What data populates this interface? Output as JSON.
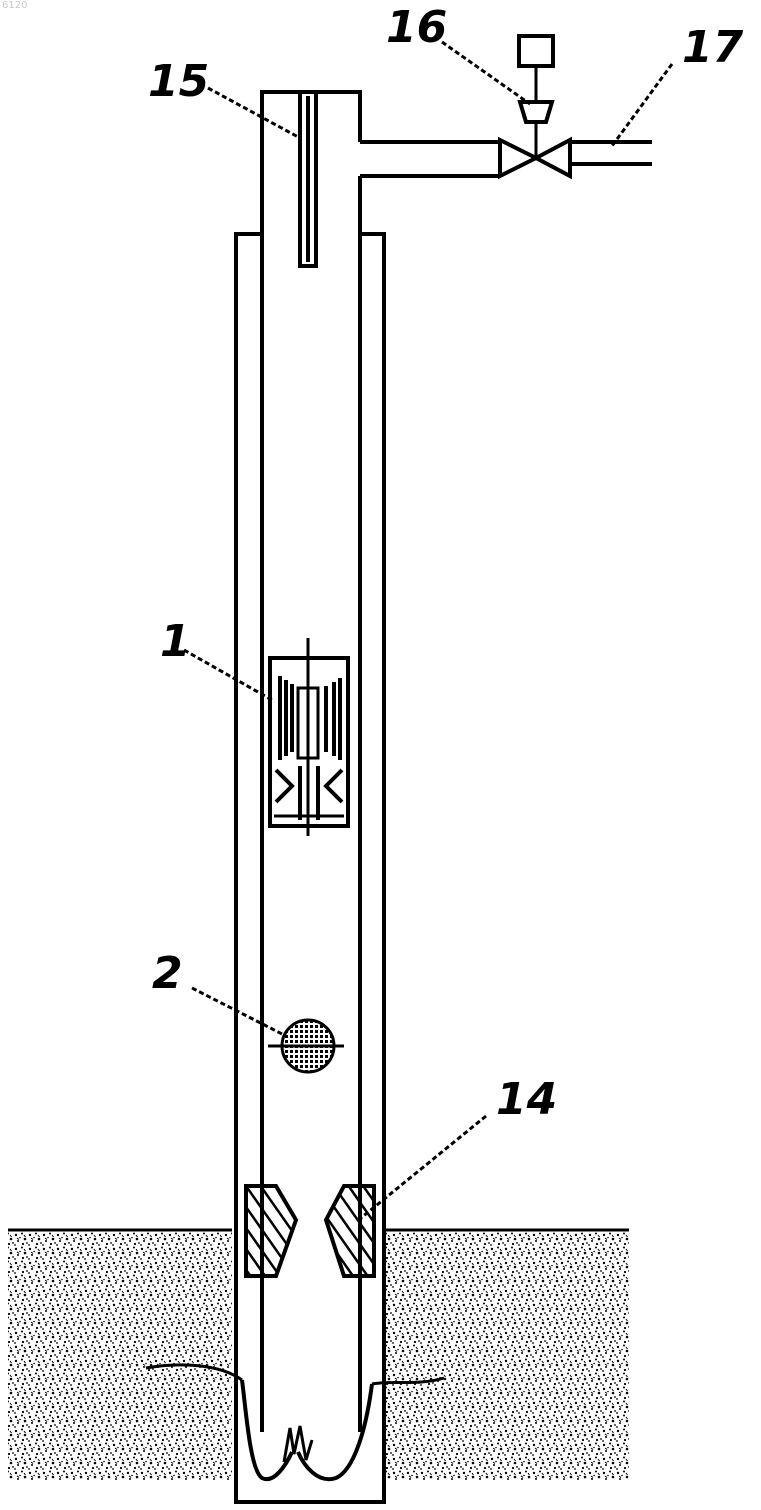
{
  "figure": {
    "corner_id": "6120",
    "labels": {
      "device": "1",
      "ball": "2",
      "packer": "14",
      "inner_tube": "15",
      "valve": "16",
      "outlet_line": "17"
    }
  }
}
